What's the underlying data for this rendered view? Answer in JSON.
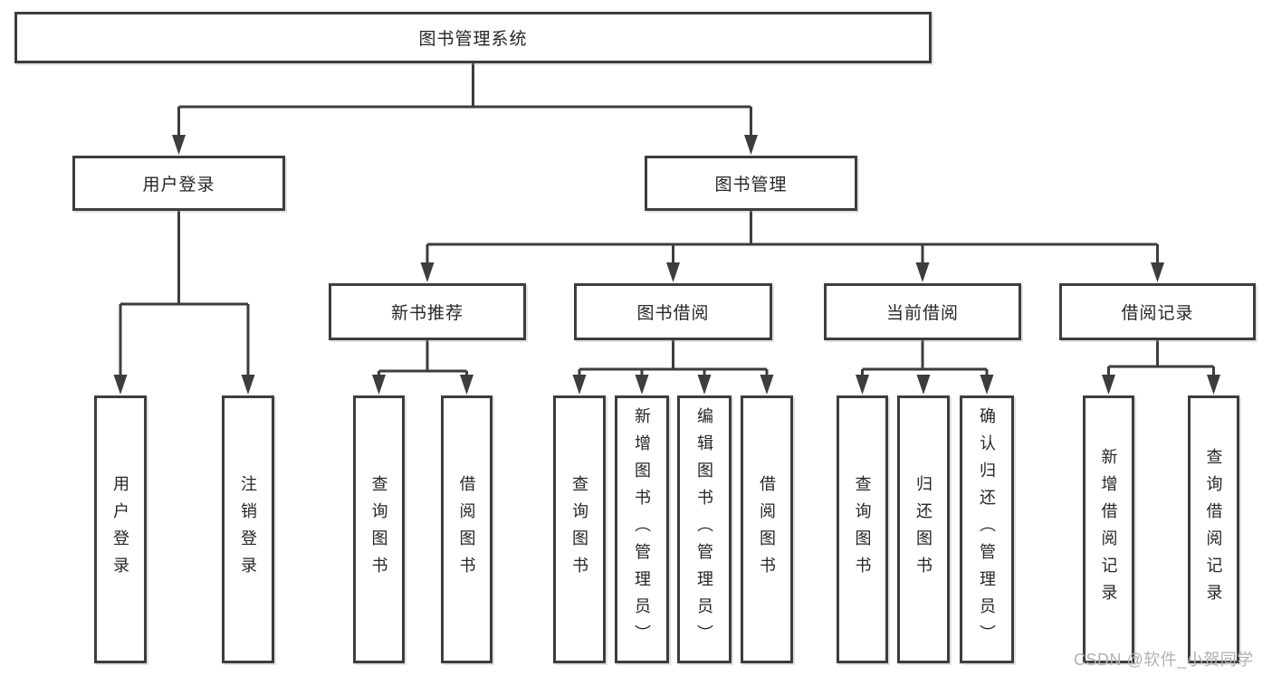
{
  "tree": {
    "root": {
      "label": "图书管理系统",
      "children": [
        {
          "label": "用户登录",
          "children": [
            {
              "label": "用户登录"
            },
            {
              "label": "注销登录"
            }
          ]
        },
        {
          "label": "图书管理",
          "children": [
            {
              "label": "新书推荐",
              "children": [
                {
                  "label": "查询图书"
                },
                {
                  "label": "借阅图书"
                }
              ]
            },
            {
              "label": "图书借阅",
              "children": [
                {
                  "label": "查询图书"
                },
                {
                  "label": "新增图书（管理员）"
                },
                {
                  "label": "编辑图书（管理员）"
                },
                {
                  "label": "借阅图书"
                }
              ]
            },
            {
              "label": "当前借阅",
              "children": [
                {
                  "label": "查询图书"
                },
                {
                  "label": "归还图书"
                },
                {
                  "label": "确认归还（管理员）"
                }
              ]
            },
            {
              "label": "借阅记录",
              "children": [
                {
                  "label": "新增借阅记录"
                },
                {
                  "label": "查询借阅记录"
                }
              ]
            }
          ]
        }
      ]
    }
  },
  "watermark": {
    "text": "CSDN @软件_小贺同学"
  },
  "colors": {
    "line": "#3d3d3d",
    "box_border": "#3d3d3d",
    "text": "#262626",
    "watermark": "#b0b0b8",
    "background": "#ffffff"
  }
}
